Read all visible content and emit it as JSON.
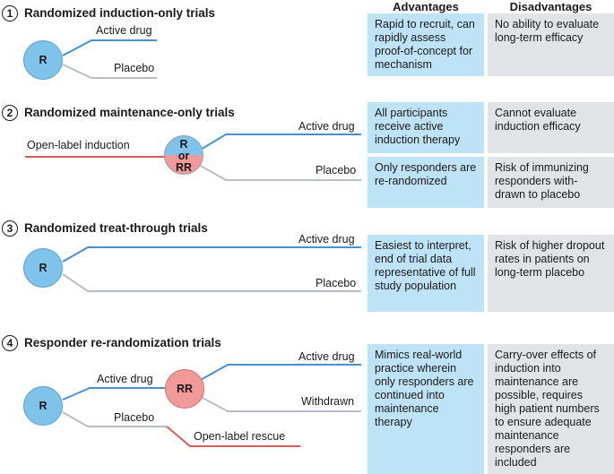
{
  "headers": {
    "advantages": "Advantages",
    "disadvantages": "Disadvantages"
  },
  "colors": {
    "active": "#4a8fd0",
    "placebo": "#b9bec6",
    "openlabel": "#d85a5a",
    "r_node": "#7fc2ea",
    "rr_node": "#f09a9a",
    "adv_bg": "#bfe3f6",
    "dis_bg": "#e1e3e6"
  },
  "trials": [
    {
      "number": "1",
      "title": "Randomized induction-only trials",
      "node": "R",
      "labels": {
        "active": "Active drug",
        "placebo": "Placebo"
      },
      "advantages": "Rapid to recruit, can rapidly assess proof-of-concept for mechanism",
      "disadvantages": "No ability to evaluate long-term efficacy"
    },
    {
      "number": "2",
      "title": "Randomized maintenance-only trials",
      "node_top": "R",
      "node_mid": "or",
      "node_bottom": "RR",
      "labels": {
        "induction": "Open-label induction",
        "active": "Active drug",
        "placebo": "Placebo"
      },
      "advantages_1": "All participants receive active induction therapy",
      "disadvantages_1": "Cannot evaluate induction efficacy",
      "advantages_2": "Only responders are re-randomized",
      "disadvantages_2": "Risk of immunizing responders with-drawn to placebo"
    },
    {
      "number": "3",
      "title": "Randomized treat-through trials",
      "node": "R",
      "labels": {
        "active": "Active drug",
        "placebo": "Placebo"
      },
      "advantages": "Easiest to interpret, end of trial data representative of full study population",
      "disadvantages": "Risk of higher dropout rates in patients on long-term placebo"
    },
    {
      "number": "4",
      "title": "Responder re-randomization trials",
      "node": "R",
      "node_rr": "RR",
      "labels": {
        "active_left": "Active drug",
        "active_right": "Active drug",
        "withdrawn": "Withdrawn",
        "placebo": "Placebo",
        "rescue": "Open-label rescue"
      },
      "advantages": "Mimics real-world practice wherein only responders are continued into maintenance therapy",
      "disadvantages": "Carry-over effects of induction into maintenance are possible, requires high patient numbers to ensure adequate maintenance responders are included"
    }
  ]
}
